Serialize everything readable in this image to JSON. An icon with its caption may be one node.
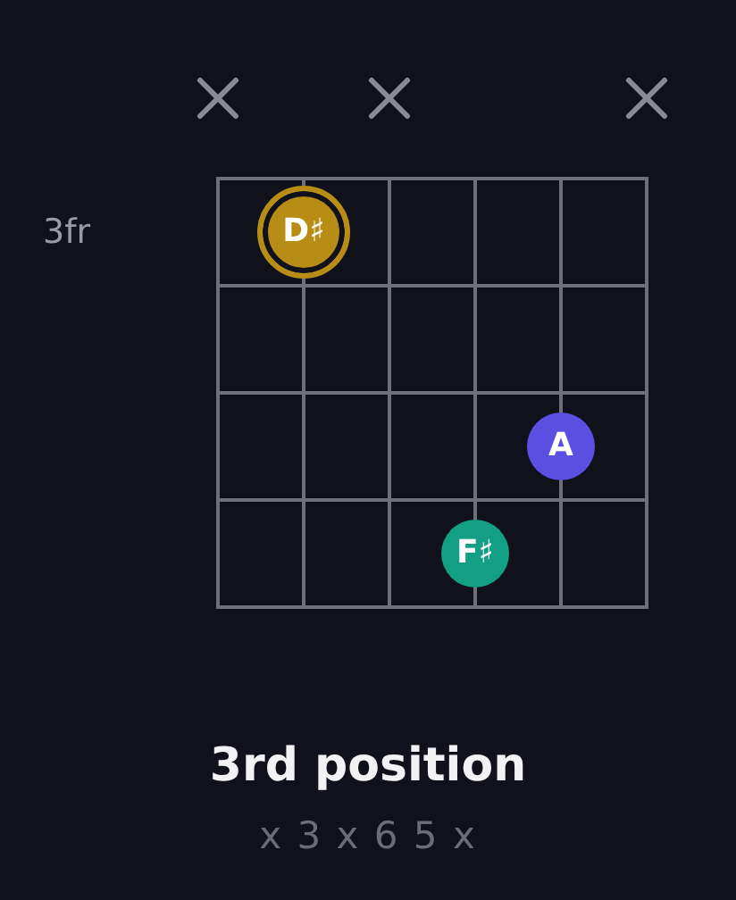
{
  "diagram": {
    "title": "3rd position",
    "caption": "x 3 x 6 5 x",
    "nodes": [
      {
        "text": [
          "D♯"
        ]
      },
      {
        "text": [
          "A"
        ]
      },
      {
        "text": [
          "F♯"
        ]
      }
    ],
    "edges": [],
    "labels": [
      "3fr"
    ]
  }
}
